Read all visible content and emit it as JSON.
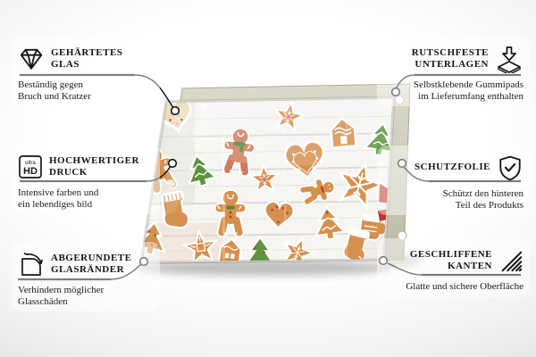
{
  "features": {
    "left": [
      {
        "icon": "diamond-icon",
        "title": [
          "GEHÄRTETES",
          "GLAS"
        ],
        "desc": [
          "Beständig gegen",
          "Bruch und Kratzer"
        ]
      },
      {
        "icon": "ultra-hd-icon",
        "icon_labels": [
          "ultra",
          "HD"
        ],
        "title": [
          "HOCHWERTIGER",
          "DRUCK"
        ],
        "desc": [
          "Intensive farben und",
          "ein lebendiges bild"
        ]
      },
      {
        "icon": "rounded-corner-icon",
        "title": [
          "ABGERUNDETE",
          "GLASRÄNDER"
        ],
        "desc": [
          "Verhindern möglicher",
          "Glasschäden"
        ]
      }
    ],
    "right": [
      {
        "icon": "anti-slip-pad-icon",
        "title": [
          "RUTSCHFESTE",
          "UNTERLAGEN"
        ],
        "desc": [
          "Selbstklebende Gummipads",
          "im Lieferumfang enthalten"
        ]
      },
      {
        "icon": "shield-check-icon",
        "title": [
          "SCHUTZFOLIE"
        ],
        "desc": [
          "Schützt den hinteren",
          "Teil des Produkts"
        ]
      },
      {
        "icon": "ground-edges-icon",
        "title": [
          "GESCHLIFFENE",
          "KANTEN"
        ],
        "desc": [
          "Glatte und sichere Oberfläche"
        ]
      }
    ]
  },
  "product": {
    "photo_alt": "Glass board printed with Christmas gingerbread cookies on white wooden planks"
  },
  "colors": {
    "background_center": "#ffffff",
    "background_edge": "#b9b9b7",
    "line": "#141414",
    "card": "#ffffff",
    "backing_board": "#cfcdb7",
    "rubber_pad": "#ffffff",
    "wood": "#f6f5f2",
    "gingerbread": "#d6904e",
    "gingerbread_red": "#cd7c5e",
    "pale_cookie": "#ecd9b6",
    "icing": "#ffffff",
    "tree_green": "#5e9340",
    "dot_red": "#c23b2b",
    "dot_green": "#3f7d33"
  }
}
